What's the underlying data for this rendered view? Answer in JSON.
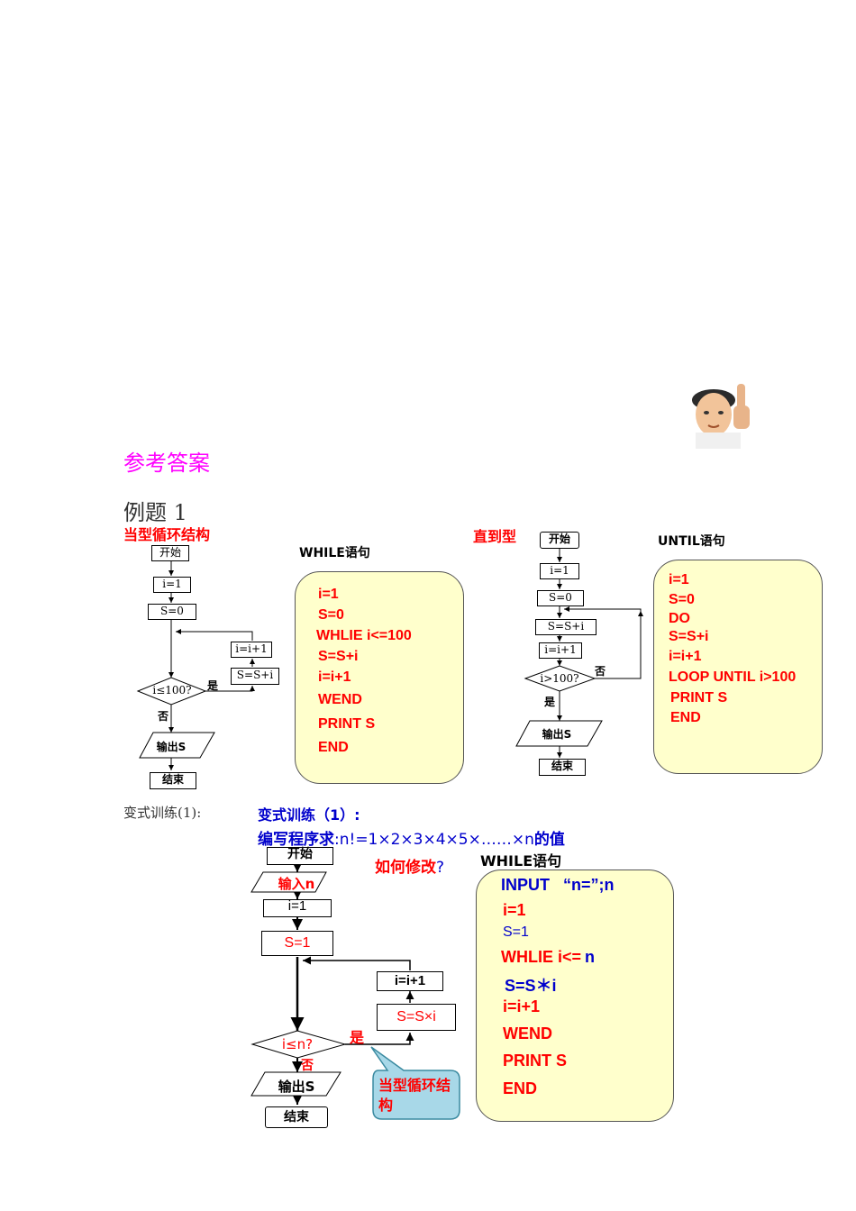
{
  "header": {
    "title": "参考答案"
  },
  "example1": {
    "title": "例题 1",
    "left_label": "当型循环结构",
    "left_code_heading": "WHILE语句",
    "right_label": "直到型",
    "right_code_heading": "UNTIL语句",
    "flow_left": {
      "start": "开始",
      "i_init": "i=1",
      "s_init": "S=0",
      "i_inc": "i=i+1",
      "s_add": "S=S+i",
      "cond": "i≤100?",
      "yes": "是",
      "no": "否",
      "output": "输出S",
      "end": "结束"
    },
    "flow_right": {
      "start": "开始",
      "i_init": "i=1",
      "s_init": "S=0",
      "s_add": "S=S+i",
      "i_inc": "i=i+1",
      "cond": "i>100?",
      "no": "否",
      "yes": "是",
      "output": "输出S",
      "end": "结束"
    },
    "while_code": [
      "i=1",
      "S=0",
      "WHLIE  i<=100",
      "S=S+i",
      "i=i+1",
      "WEND",
      "PRINT  S",
      "END"
    ],
    "until_code": [
      "i=1",
      "S=0",
      "DO",
      "S=S+i",
      "i=i+1",
      "LOOP UNTIL  i>100",
      "PRINT  S",
      "END"
    ]
  },
  "variant": {
    "label": "变式训练(1):",
    "heading": "变式训练（1）:",
    "task_prefix": "编写程序求",
    "task_formula": ":n!=1×2×3×4×5×……×n",
    "task_suffix": "的值",
    "modify_question": "如何修改",
    "question_mark": "?",
    "code_heading": "WHILE语句",
    "callout": "当型循环结构",
    "flow": {
      "start": "开始",
      "input": "输入n",
      "i_init": "i=1",
      "s_init": "S=1",
      "i_inc": "i=i+1",
      "s_mul": "S=S×i",
      "cond": "i≤n?",
      "yes": "是",
      "no": "否",
      "output": "输出S",
      "end": "结束"
    },
    "code": {
      "line1_keyword": "INPUT",
      "line1_rest": "“n=”;n",
      "line2": "i=1",
      "line3": "S=1",
      "line4_keyword": "WHLIE  i<=",
      "line4_var": "n",
      "line5": "S=S＊i",
      "line6": "i=i+1",
      "line7": "WEND",
      "line8": "PRINT  S",
      "line9": "END"
    }
  },
  "colors": {
    "panel": "#ffffcc",
    "callout": "#a8d8e8",
    "red": "#ff0000",
    "blue": "#0000cc",
    "magenta": "#ff00ff"
  },
  "icons": {
    "mascot": "thumbs-up-boy-icon"
  }
}
